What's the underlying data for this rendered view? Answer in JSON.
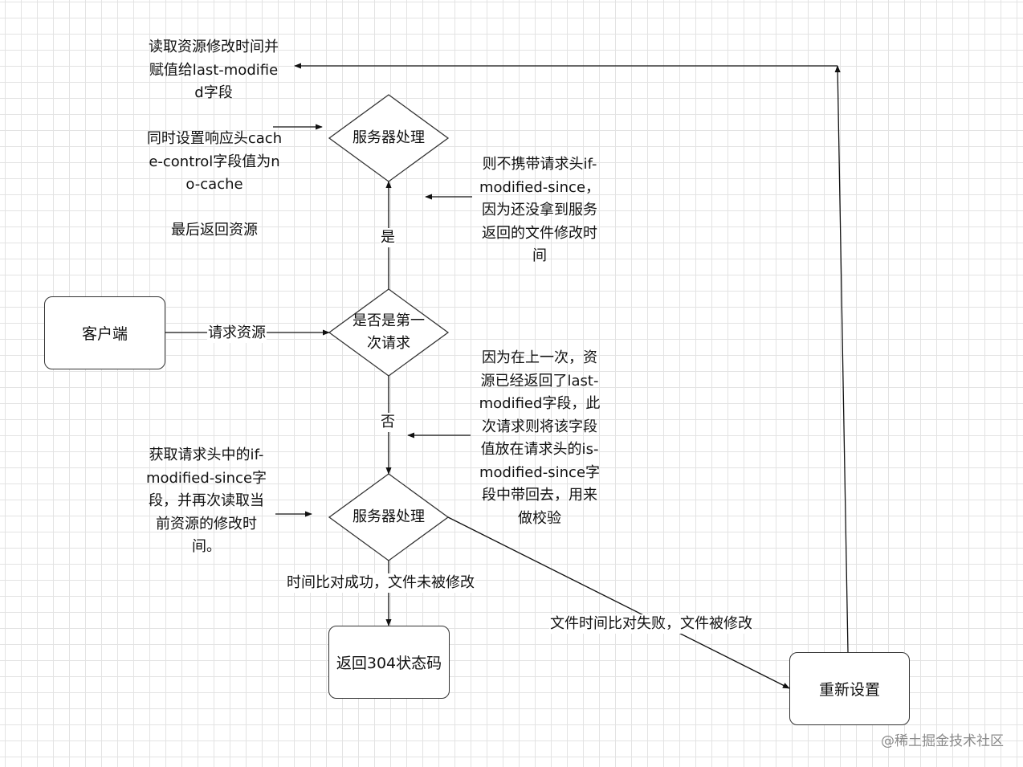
{
  "nodes": {
    "client": "客户端",
    "first_request": "是否是第一次请求",
    "server_top": "服务器处理",
    "server_mid": "服务器处理",
    "return_304": "返回304状态码",
    "reset": "重新设置"
  },
  "edges": {
    "request_resource": "请求资源",
    "yes": "是",
    "no": "否",
    "compare_success": "时间比对成功，文件未被修改",
    "compare_fail": "文件时间比对失败，文件被修改"
  },
  "notes": {
    "read_modified_time": "读取资源修改时间并赋值给last-modified字段",
    "set_cache_control": "同时设置响应头cache-control字段值为no-cache",
    "return_resource": "最后返回资源",
    "no_if_modified": "则不携带请求头if-modified-since，因为还没拿到服务返回的文件修改时间",
    "last_request": "因为在上一次，资源已经返回了last-modified字段，此次请求则将该字段值放在请求头的is-modified-since字段中带回去，用来做校验",
    "get_if_modified": "获取请求头中的if-modified-since字段，并再次读取当前资源的修改时间。"
  },
  "watermark": "@稀土掘金技术社区"
}
